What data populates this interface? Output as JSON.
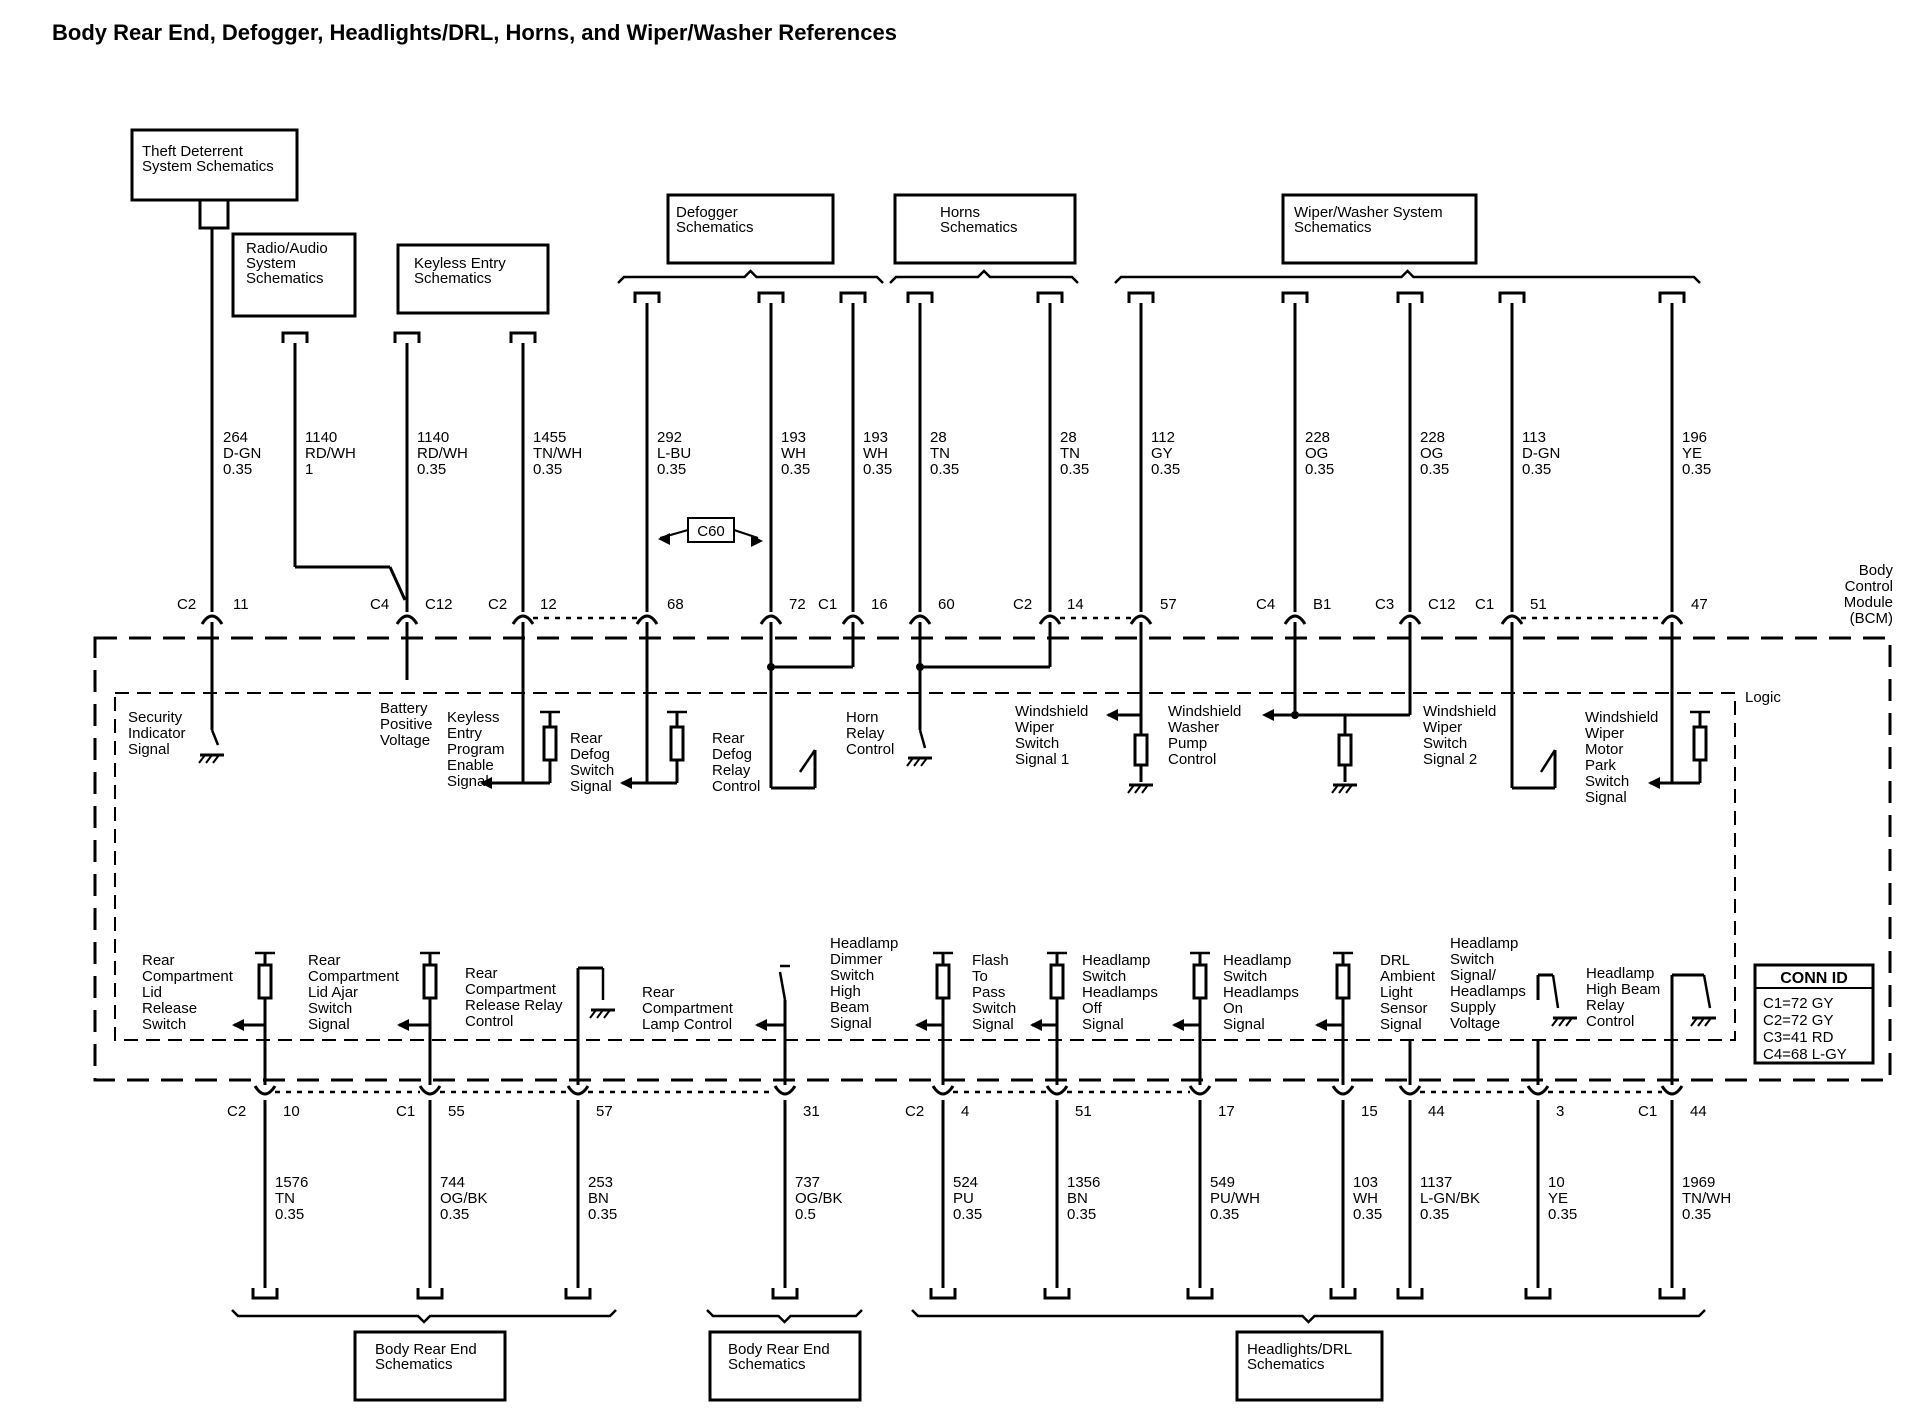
{
  "title": "Body Rear End, Defogger, Headlights/DRL, Horns, and Wiper/Washer References",
  "module": {
    "name_lines": [
      "Body",
      "Control",
      "Module",
      "(BCM)"
    ],
    "logic_label": "Logic"
  },
  "conn_id": {
    "heading": "CONN ID",
    "rows": [
      "C1=72 GY",
      "C2=72 GY",
      "C3=41 RD",
      "C4=68 L-GY"
    ]
  },
  "reference_boxes": {
    "theft": [
      "Theft Deterrent",
      "System Schematics"
    ],
    "radio": [
      "Radio/Audio",
      "System",
      "Schematics"
    ],
    "keyless": [
      "Keyless Entry",
      "Schematics"
    ],
    "defogger": [
      "Defogger",
      "Schematics"
    ],
    "horns": [
      "Horns",
      "Schematics"
    ],
    "wiper": [
      "Wiper/Washer System",
      "Schematics"
    ],
    "body_rear_1": [
      "Body Rear End",
      "Schematics"
    ],
    "body_rear_2": [
      "Body Rear End",
      "Schematics"
    ],
    "headlights": [
      "Headlights/DRL",
      "Schematics"
    ]
  },
  "top_circuits": [
    {
      "id": "t1",
      "wire": [
        "264",
        "D-GN",
        "0.35"
      ],
      "conn": "C2",
      "pin": "11"
    },
    {
      "id": "t2",
      "wire": [
        "1140",
        "RD/WH",
        "1"
      ],
      "conn": "",
      "pin": ""
    },
    {
      "id": "t3",
      "wire": [
        "1140",
        "RD/WH",
        "0.35"
      ],
      "conn": "C4",
      "pin": "C12"
    },
    {
      "id": "t4",
      "wire": [
        "1455",
        "TN/WH",
        "0.35"
      ],
      "conn": "C2",
      "pin": "12"
    },
    {
      "id": "t5",
      "wire": [
        "292",
        "L-BU",
        "0.35"
      ],
      "conn": "",
      "pin": "68"
    },
    {
      "id": "t6",
      "wire": [
        "193",
        "WH",
        "0.35"
      ],
      "conn": "",
      "pin": "72"
    },
    {
      "id": "t7",
      "wire": [
        "193",
        "WH",
        "0.35"
      ],
      "conn": "C1",
      "pin": "16"
    },
    {
      "id": "t8",
      "wire": [
        "28",
        "TN",
        "0.35"
      ],
      "conn": "",
      "pin": "60"
    },
    {
      "id": "t9",
      "wire": [
        "28",
        "TN",
        "0.35"
      ],
      "conn": "C2",
      "pin": "14"
    },
    {
      "id": "t10",
      "wire": [
        "112",
        "GY",
        "0.35"
      ],
      "conn": "",
      "pin": "57"
    },
    {
      "id": "t11",
      "wire": [
        "228",
        "OG",
        "0.35"
      ],
      "conn": "C4",
      "pin": "B1"
    },
    {
      "id": "t12",
      "wire": [
        "228",
        "OG",
        "0.35"
      ],
      "conn": "C3",
      "pin": "C12"
    },
    {
      "id": "t13",
      "wire": [
        "113",
        "D-GN",
        "0.35"
      ],
      "conn": "C1",
      "pin": "51"
    },
    {
      "id": "t14",
      "wire": [
        "196",
        "YE",
        "0.35"
      ],
      "conn": "",
      "pin": "47"
    }
  ],
  "splice": "C60",
  "top_functions": {
    "security": [
      "Security",
      "Indicator",
      "Signal"
    ],
    "battery": [
      "Battery",
      "Positive",
      "Voltage"
    ],
    "keyless_prog": [
      "Keyless",
      "Entry",
      "Program",
      "Enable",
      "Signal"
    ],
    "rear_defog_sw": [
      "Rear",
      "Defog",
      "Switch",
      "Signal"
    ],
    "rear_defog_relay": [
      "Rear",
      "Defog",
      "Relay",
      "Control"
    ],
    "horn_relay": [
      "Horn",
      "Relay",
      "Control"
    ],
    "ws_wiper_1": [
      "Windshield",
      "Wiper",
      "Switch",
      "Signal 1"
    ],
    "ws_washer": [
      "Windshield",
      "Washer",
      "Pump",
      "Control"
    ],
    "ws_wiper_2": [
      "Windshield",
      "Wiper",
      "Switch",
      "Signal 2"
    ],
    "ws_park": [
      "Windshield",
      "Wiper",
      "Motor",
      "Park",
      "Switch",
      "Signal"
    ]
  },
  "bottom_functions": {
    "rc_lid_release": [
      "Rear",
      "Compartment",
      "Lid",
      "Release",
      "Switch"
    ],
    "rc_lid_ajar": [
      "Rear",
      "Compartment",
      "Lid Ajar",
      "Switch",
      "Signal"
    ],
    "rc_release_relay": [
      "Rear",
      "Compartment",
      "Release Relay",
      "Control"
    ],
    "rc_lamp": [
      "Rear",
      "Compartment",
      "Lamp Control"
    ],
    "dimmer": [
      "Headlamp",
      "Dimmer",
      "Switch",
      "High",
      "Beam",
      "Signal"
    ],
    "flash": [
      "Flash",
      "To",
      "Pass",
      "Switch",
      "Signal"
    ],
    "hl_off": [
      "Headlamp",
      "Switch",
      "Headlamps",
      "Off",
      "Signal"
    ],
    "hl_on": [
      "Headlamp",
      "Switch",
      "Headlamps",
      "On",
      "Signal"
    ],
    "drl": [
      "DRL",
      "Ambient",
      "Light",
      "Sensor",
      "Signal"
    ],
    "hl_supply": [
      "Headlamp",
      "Switch",
      "Signal/",
      "Headlamps",
      "Supply",
      "Voltage"
    ],
    "hb_relay": [
      "Headlamp",
      "High Beam",
      "Relay",
      "Control"
    ]
  },
  "bottom_circuits": [
    {
      "id": "b1",
      "wire": [
        "1576",
        "TN",
        "0.35"
      ],
      "conn": "C2",
      "pin": "10"
    },
    {
      "id": "b2",
      "wire": [
        "744",
        "OG/BK",
        "0.35"
      ],
      "conn": "C1",
      "pin": "55"
    },
    {
      "id": "b3",
      "wire": [
        "253",
        "BN",
        "0.35"
      ],
      "conn": "",
      "pin": "57"
    },
    {
      "id": "b4",
      "wire": [
        "737",
        "OG/BK",
        "0.5"
      ],
      "conn": "",
      "pin": "31"
    },
    {
      "id": "b5",
      "wire": [
        "524",
        "PU",
        "0.35"
      ],
      "conn": "C2",
      "pin": "4"
    },
    {
      "id": "b6",
      "wire": [
        "1356",
        "BN",
        "0.35"
      ],
      "conn": "",
      "pin": "51"
    },
    {
      "id": "b7",
      "wire": [
        "549",
        "PU/WH",
        "0.35"
      ],
      "conn": "",
      "pin": "17"
    },
    {
      "id": "b8",
      "wire": [
        "103",
        "WH",
        "0.35"
      ],
      "conn": "",
      "pin": "15"
    },
    {
      "id": "b9",
      "wire": [
        "1137",
        "L-GN/BK",
        "0.35"
      ],
      "conn": "",
      "pin": "44"
    },
    {
      "id": "b10",
      "wire": [
        "10",
        "YE",
        "0.35"
      ],
      "conn": "",
      "pin": "3"
    },
    {
      "id": "b11",
      "wire": [
        "1969",
        "TN/WH",
        "0.35"
      ],
      "conn": "C1",
      "pin": "44"
    }
  ]
}
